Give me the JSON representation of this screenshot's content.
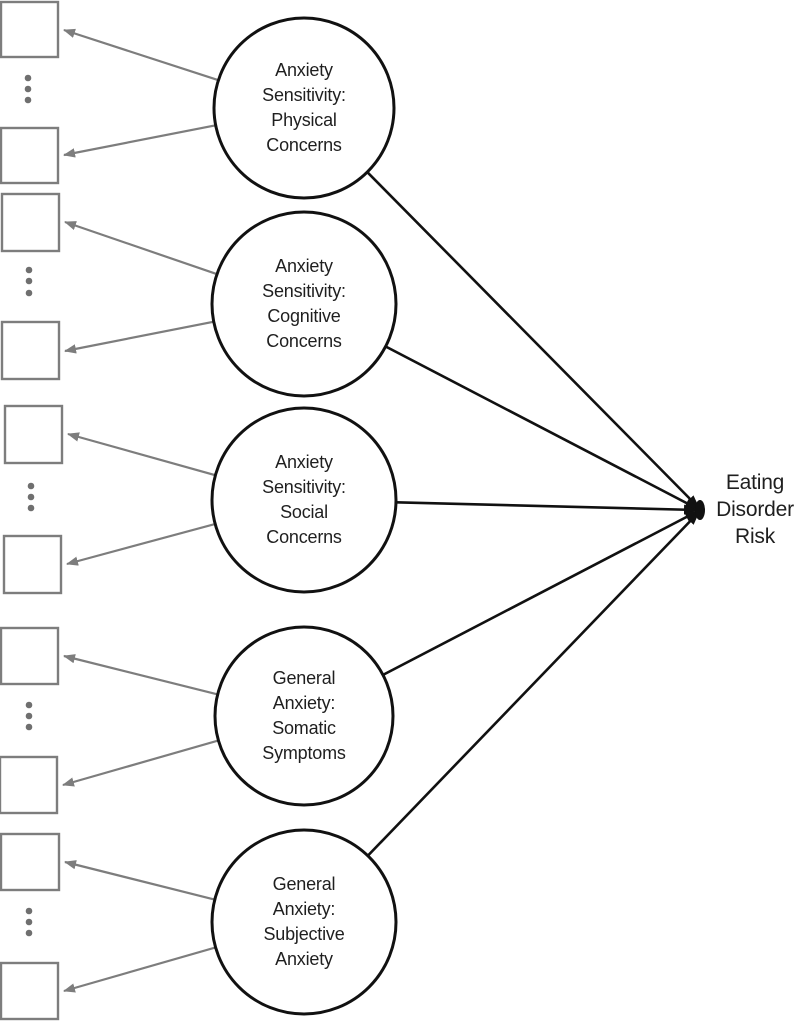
{
  "diagram": {
    "type": "sem-path-diagram",
    "factors": [
      {
        "id": "anxiety-sensitivity-physical",
        "label": "Anxiety\nSensitivity:\nPhysical\nConcerns"
      },
      {
        "id": "anxiety-sensitivity-cognitive",
        "label": "Anxiety\nSensitivity:\nCognitive\nConcerns"
      },
      {
        "id": "anxiety-sensitivity-social",
        "label": "Anxiety\nSensitivity:\nSocial\nConcerns"
      },
      {
        "id": "general-anxiety-somatic",
        "label": "General\nAnxiety:\nSomatic\nSymptoms"
      },
      {
        "id": "general-anxiety-subjective",
        "label": "General\nAnxiety:\nSubjective\nAnxiety"
      }
    ],
    "outcome": {
      "label": "Eating\nDisorder\nRisk"
    },
    "indicators_visible_per_factor": 2,
    "ellipsis_between_indicators": true,
    "icons": {
      "ellipsis": "vertical-ellipsis-dots",
      "arrowhead": "triangle-arrowhead"
    },
    "colors": {
      "path_black": "#111111",
      "node_stroke": "#111111",
      "indicator_stroke": "#7d7d7d",
      "arrow_gray": "#7d7d7d",
      "dot_gray": "#6f6f6f",
      "text": "#1f1f1f",
      "background": "#ffffff"
    }
  }
}
